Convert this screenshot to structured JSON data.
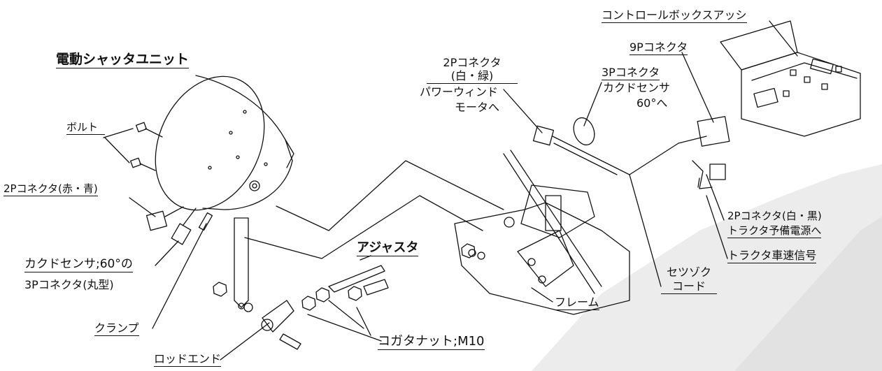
{
  "colors": {
    "ink": "#111111",
    "swoosh": "#e0e0e0",
    "paper": "#ffffff"
  },
  "labels": {
    "shutter_unit": "電動シャッタユニット",
    "bolt": "ボルト",
    "connector_2p_red_blue": "2Pコネクタ(赤・青)",
    "angle_sensor_line1": "カクドセンサ;60°の",
    "angle_sensor_line2": "3Pコネクタ(丸型)",
    "clamp": "クランプ",
    "rod_end": "ロッドエンド",
    "adjuster": "アジャスタ",
    "small_nut": "コガタナット;M10",
    "frame": "フレーム",
    "connection_cord_line1": "セツゾク",
    "connection_cord_line2": "コード",
    "connector_2p_white_green_line1": "2Pコネクタ",
    "connector_2p_white_green_line2": "(白・緑)",
    "power_window_line1": "パワーウィンド",
    "power_window_line2": "モータへ",
    "connector_3p_line1": "3Pコネクタ",
    "connector_3p_line2": "カクドセンサ",
    "connector_3p_line3": "60°へ",
    "connector_9p": "9Pコネクタ",
    "control_box": "コントロールボックスアッシ",
    "connector_2p_white_black_line1": "2Pコネクタ(白・黒)",
    "connector_2p_white_black_line2": "トラクタ予備電源へ",
    "tractor_speed": "トラクタ車速信号"
  }
}
